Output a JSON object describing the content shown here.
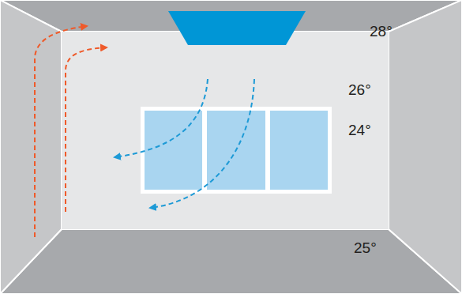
{
  "diagram": {
    "labels": [
      "28°",
      "26°",
      "24°",
      "25°"
    ]
  }
}
